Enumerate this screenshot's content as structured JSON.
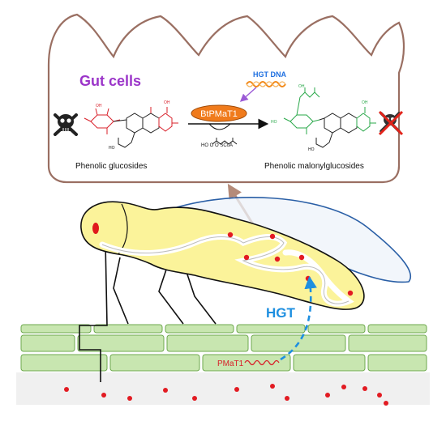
{
  "gut_box": {
    "title": "Gut cells",
    "enzyme_label": "BtPMaT1",
    "hgt_dna_label": "HGT DNA",
    "substrate_label": "Phenolic glucosides",
    "product_label": "Phenolic malonylglucosides",
    "cofactor_label": "HO  O   O  SCoA"
  },
  "insect": {
    "hgt_label": "HGT",
    "plant_gene_label": "PMaT1"
  },
  "colors": {
    "title_purple": "#9b35c9",
    "dna_orange": "#f28a1a",
    "enzyme_orange": "#f07b1c",
    "substrate_red": "#d8202a",
    "product_green": "#2aa84a",
    "hgt_blue": "#1e8fe0",
    "insect_yellow": "#fbf39a",
    "leaf_green": "#c8e6b0",
    "box_border": "#9a6f62"
  },
  "icons": [
    "skull-crossbones-icon",
    "crossed-skull-icon"
  ]
}
